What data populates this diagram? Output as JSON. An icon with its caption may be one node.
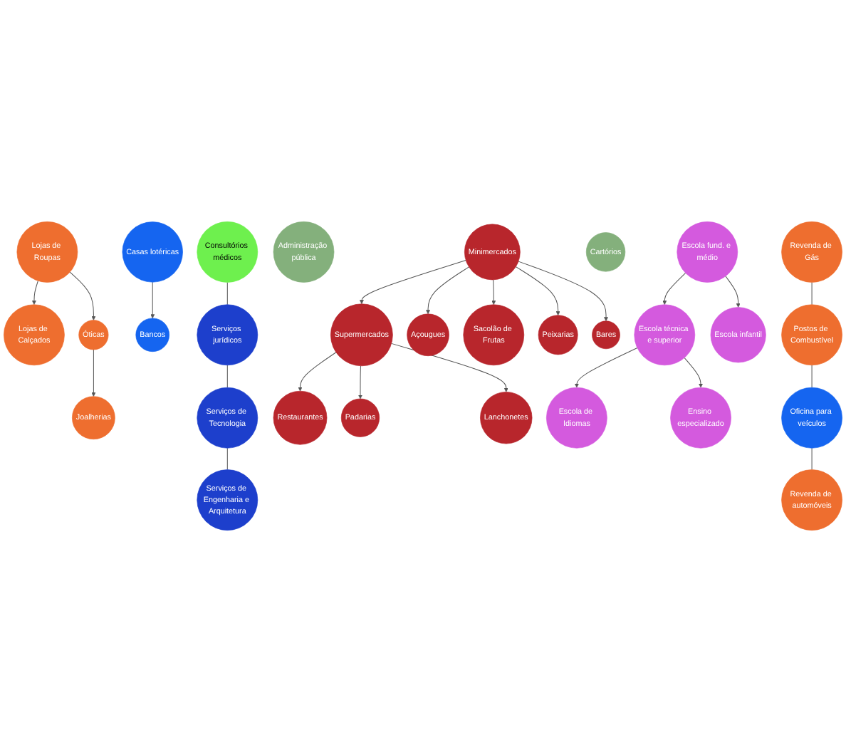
{
  "diagram": {
    "nodes": [
      {
        "text": [
          "Lojas de Roupas"
        ]
      },
      {
        "text": [
          "Lojas de Calçados"
        ]
      },
      {
        "text": [
          "Consultórios médicos"
        ]
      },
      {
        "text": [
          "Óticas"
        ]
      },
      {
        "text": [
          "Joalherias"
        ]
      },
      {
        "text": [
          "Casas lotéricas"
        ]
      },
      {
        "text": [
          "Bancos"
        ]
      },
      {
        "text": [
          "Serviços jurídicos"
        ]
      },
      {
        "text": [
          "Restaurantes"
        ]
      },
      {
        "text": [
          "Administração pública"
        ]
      },
      {
        "text": [
          "Supermercados"
        ]
      },
      {
        "text": [
          "Serviços de Tecnologia"
        ]
      },
      {
        "text": [
          "Padarias"
        ]
      },
      {
        "text": [
          "Minimercados"
        ]
      },
      {
        "text": [
          "Açougues"
        ]
      },
      {
        "text": [
          "Serviços de Engenharia e Arquitetura"
        ]
      },
      {
        "text": [
          "Lanchonetes"
        ]
      },
      {
        "text": [
          "Sacolão de Frutas"
        ]
      },
      {
        "text": [
          "Cartórios"
        ]
      },
      {
        "text": [
          "Peixarias"
        ]
      },
      {
        "text": [
          "Escola técnica e superior"
        ]
      },
      {
        "text": [
          "Escola de Idiomas"
        ]
      },
      {
        "text": [
          "Bares"
        ]
      },
      {
        "text": [
          "Escola fund. e médio"
        ]
      },
      {
        "text": [
          "Escola infantil"
        ]
      },
      {
        "text": [
          "Ensino especializado"
        ]
      },
      {
        "text": [
          "Postos de Combustível"
        ]
      },
      {
        "text": [
          "Revenda de automóveis"
        ]
      },
      {
        "text": [
          "Revenda de Gás"
        ]
      },
      {
        "text": [
          "Oficina para veículos"
        ]
      }
    ],
    "edges": [
      {
        "from": 0,
        "to": 1,
        "arrow": "to"
      },
      {
        "from": 0,
        "to": 3,
        "arrow": "to"
      },
      {
        "from": 3,
        "to": 4,
        "arrow": "to"
      },
      {
        "from": 5,
        "to": 6,
        "arrow": "to"
      },
      {
        "from": 2,
        "to": 7,
        "arrow": "none"
      },
      {
        "from": 7,
        "to": 11,
        "arrow": "none"
      },
      {
        "from": 11,
        "to": 15,
        "arrow": "none"
      },
      {
        "from": 10,
        "to": 8,
        "arrow": "to"
      },
      {
        "from": 10,
        "to": 12,
        "arrow": "to"
      },
      {
        "from": 10,
        "to": 16,
        "arrow": "to"
      },
      {
        "from": 13,
        "to": 10,
        "arrow": "to"
      },
      {
        "from": 13,
        "to": 14,
        "arrow": "to"
      },
      {
        "from": 13,
        "to": 17,
        "arrow": "to"
      },
      {
        "from": 13,
        "to": 19,
        "arrow": "to"
      },
      {
        "from": 13,
        "to": 22,
        "arrow": "to"
      },
      {
        "from": 23,
        "to": 20,
        "arrow": "to"
      },
      {
        "from": 23,
        "to": 24,
        "arrow": "to"
      },
      {
        "from": 20,
        "to": 21,
        "arrow": "to"
      },
      {
        "from": 20,
        "to": 25,
        "arrow": "to"
      },
      {
        "from": 28,
        "to": 26,
        "arrow": "none"
      },
      {
        "from": 26,
        "to": 29,
        "arrow": "none"
      },
      {
        "from": 29,
        "to": 27,
        "arrow": "none"
      }
    ]
  }
}
